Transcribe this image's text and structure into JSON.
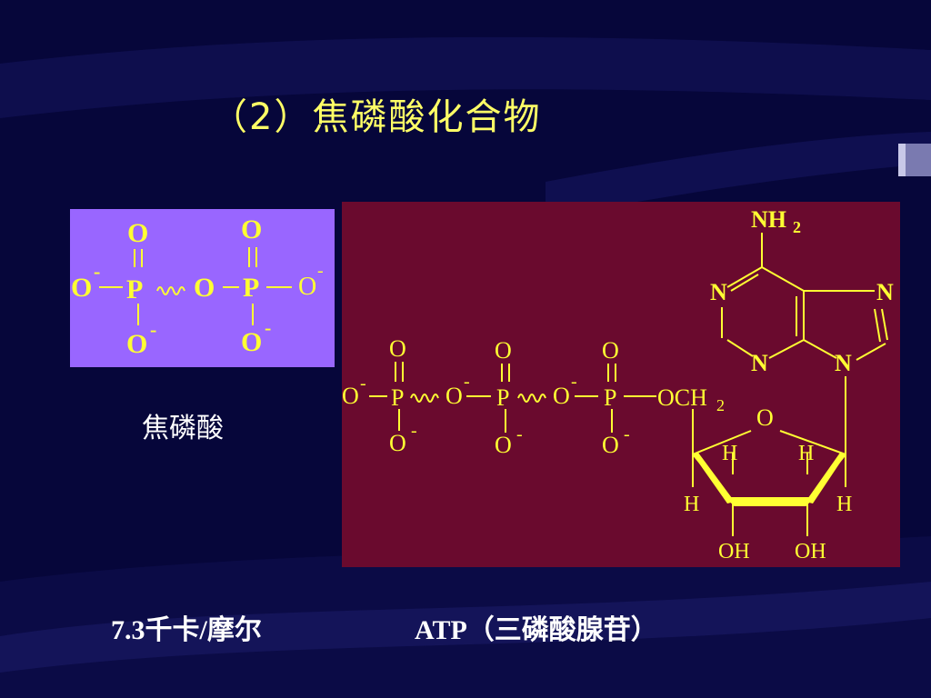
{
  "slide": {
    "title": "（2）焦磷酸化合物",
    "colors": {
      "background": "#06063a",
      "title": "#ffff66",
      "structure_text": "#ffff33",
      "pyrophosphate_box": "#9966ff",
      "atp_box": "#6a0a2e",
      "caption": "#ffffff"
    }
  },
  "pyrophosphate": {
    "caption": "焦磷酸",
    "energy_caption": "7.3千卡/摩尔",
    "atoms": {
      "o": "O",
      "p": "P",
      "minus": "-"
    }
  },
  "atp": {
    "caption": "ATP（三磷酸腺苷）",
    "atoms": {
      "o": "O",
      "p": "P",
      "minus": "-",
      "n": "N",
      "h": "H",
      "nh": "NH",
      "sub2": "2",
      "och": "OCH",
      "oh": "OH"
    }
  }
}
